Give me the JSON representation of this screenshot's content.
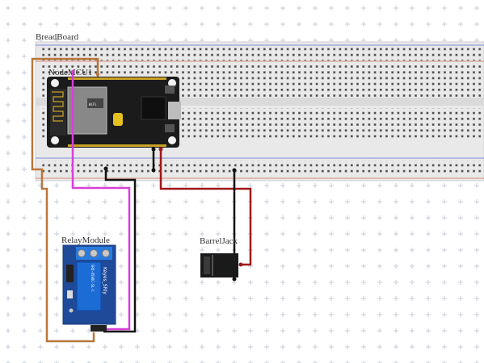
{
  "breadboard": {
    "label": "BreadBoard"
  },
  "nodemcu": {
    "label": "NodeMCU1"
  },
  "relay": {
    "label": "RelayModule",
    "brand_text": "Keyes_SRly",
    "spec_text": "SRD-05VDC-SL-C"
  },
  "barrel_jack": {
    "label": "BarrelJack"
  },
  "colors": {
    "wire_orange": "#b9763a",
    "wire_magenta": "#d83fd8",
    "wire_black": "#111111",
    "wire_red": "#a01818",
    "breadboard_body": "#e9e9e9",
    "rail_red": "#d98a7a",
    "rail_blue": "#7a8ad9",
    "mcu_board": "#1b1b1b",
    "relay_board": "#1f4a9a",
    "relay_block": "#1c6cd6",
    "grid_cross": "#c7cdd8"
  }
}
